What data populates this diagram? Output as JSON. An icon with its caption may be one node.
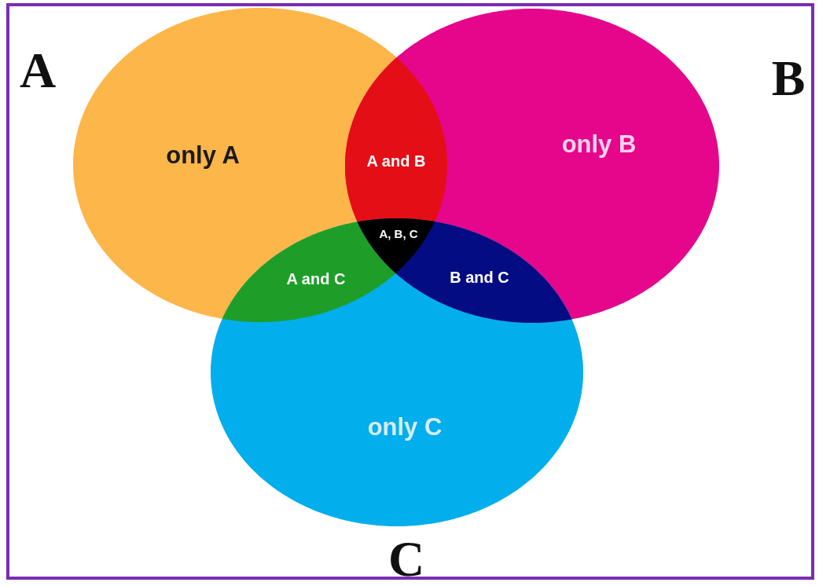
{
  "diagram": {
    "nodes": [
      {
        "text": [
          "A",
          "only A"
        ]
      },
      {
        "text": [
          "B",
          "only B"
        ]
      },
      {
        "text": [
          "only C",
          "C"
        ]
      },
      {
        "text": [
          "A and B"
        ]
      },
      {
        "text": [
          "A and C"
        ]
      },
      {
        "text": [
          "B and C"
        ]
      },
      {
        "text": [
          "A, B, C"
        ]
      }
    ]
  }
}
